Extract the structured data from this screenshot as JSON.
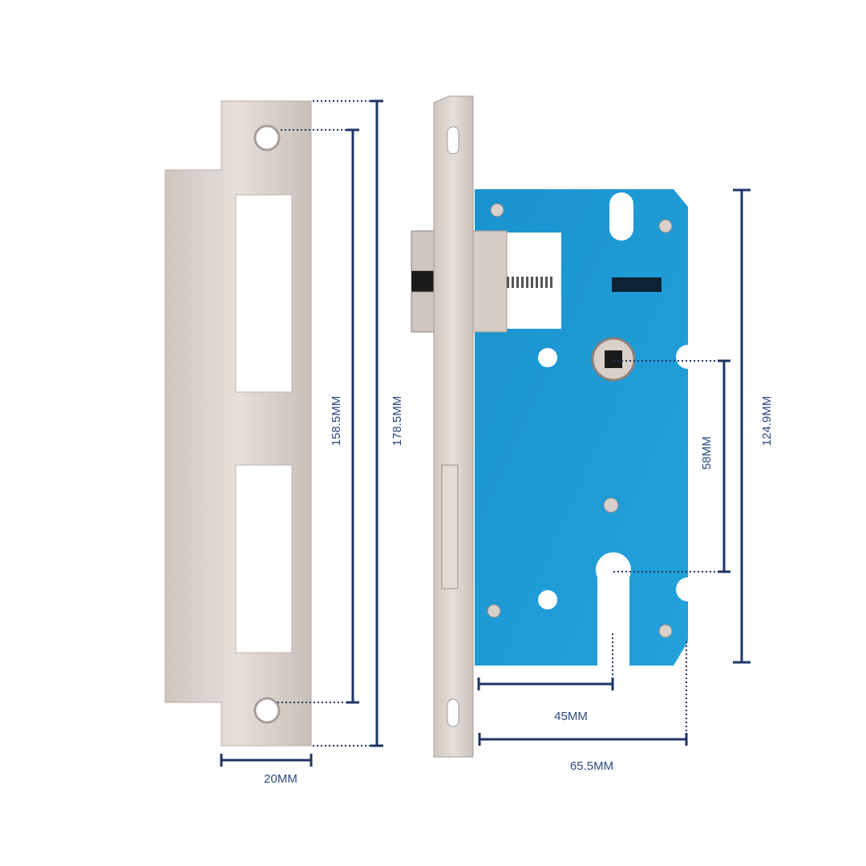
{
  "dimensions": {
    "strike_inner_height": "158.5MM",
    "strike_total_height": "178.5MM",
    "strike_width": "20MM",
    "backset": "45MM",
    "body_depth": "65.5MM",
    "centre_distance": "58MM",
    "case_height": "124.9MM"
  },
  "colors": {
    "dimension_line": "#1f3566",
    "case_blue": "#1e9bd6",
    "steel": "#d9d0ca"
  }
}
